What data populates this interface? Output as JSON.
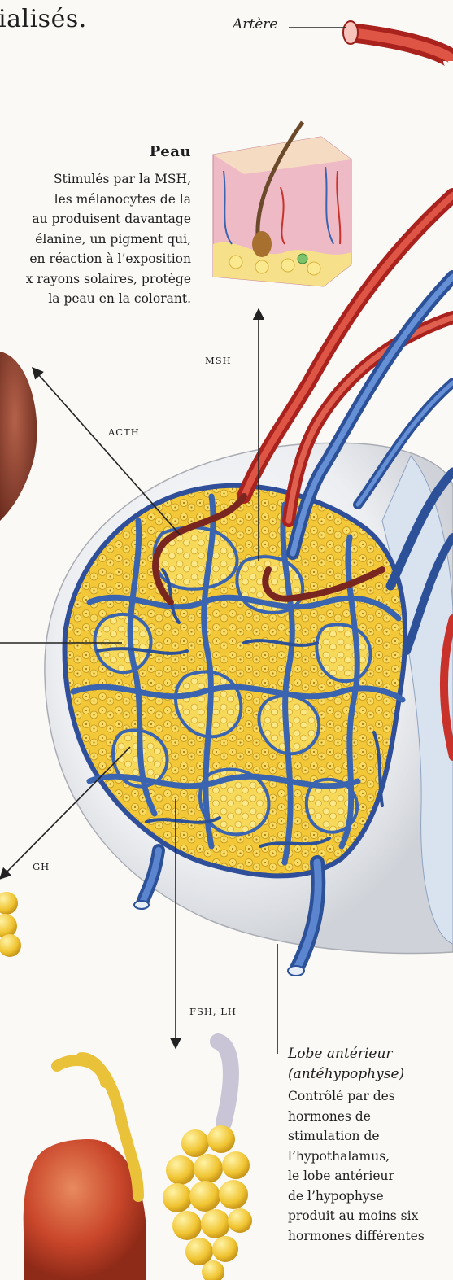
{
  "heading_text": "ialisés.",
  "labels": {
    "artere": "Artère",
    "msh": "MSH",
    "acth": "ACTH",
    "gh": "GH",
    "fsh_lh": "FSH, LH"
  },
  "peau": {
    "title": "Peau",
    "lines": [
      "Stimulés par la MSH,",
      "les mélanocytes de la",
      "au produisent davantage",
      "élanine, un pigment qui,",
      "en réaction à l’exposition",
      "x rayons solaires, protège",
      "la peau en la colorant."
    ]
  },
  "lobe": {
    "title_lines": [
      "Lobe antérieur",
      "(antéhypophyse)"
    ],
    "lines": [
      "Contrôlé par des",
      "hormones de",
      "stimulation de",
      "l’hypothalamus,",
      "le lobe antérieur",
      "de l’hypophyse",
      "produit au moins six",
      "hormones différentes"
    ]
  },
  "colors": {
    "gland_yellow": "#f2c737",
    "vein_blue": "#3a63b0",
    "artery_red": "#c8322a",
    "capsule_grey": "#d8dadf",
    "skin_pink": "#e9b6c3"
  }
}
